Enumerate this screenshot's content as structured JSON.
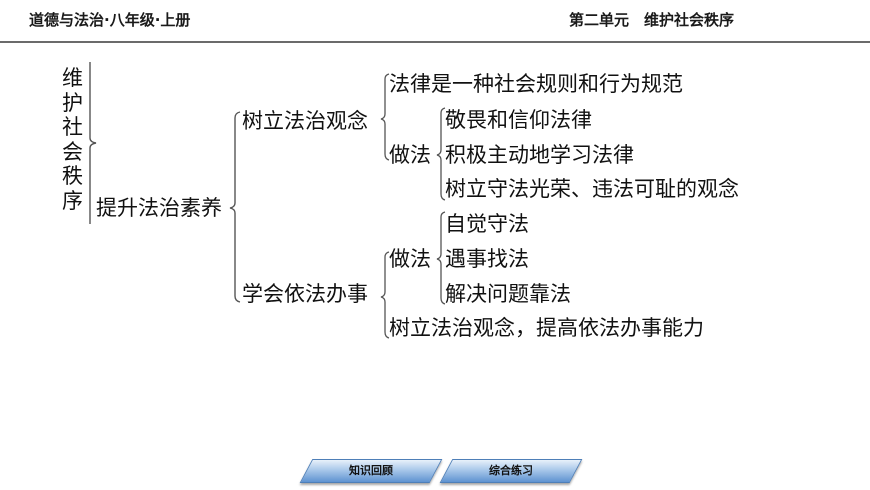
{
  "header": {
    "left_title": "道德与法治·八年级·上册",
    "right_title": "第二单元　维护社会秩序"
  },
  "mindmap": {
    "root_chars": [
      "维",
      "护",
      "社",
      "会",
      "秩",
      "序"
    ],
    "level1": "提升法治素养",
    "branch1": {
      "label": "树立法治观念",
      "item1": "法律是一种社会规则和行为规范",
      "practice_label": "做法",
      "practices": [
        "敬畏和信仰法律",
        "积极主动地学习法律",
        "树立守法光荣、违法可耻的观念"
      ]
    },
    "branch2": {
      "label": "学会依法办事",
      "practice_label": "做法",
      "practices": [
        "自觉守法",
        "遇事找法",
        "解决问题靠法"
      ],
      "item_last": "树立法治观念，提高依法办事能力"
    }
  },
  "nav": {
    "buttons": [
      {
        "label": "知识回顾"
      },
      {
        "label": "综合练习"
      }
    ]
  },
  "colors": {
    "header_rule": "#6b6b6b",
    "button_top": "#e8f1fa",
    "button_bottom": "#5f93d1",
    "brace": "#555555"
  }
}
